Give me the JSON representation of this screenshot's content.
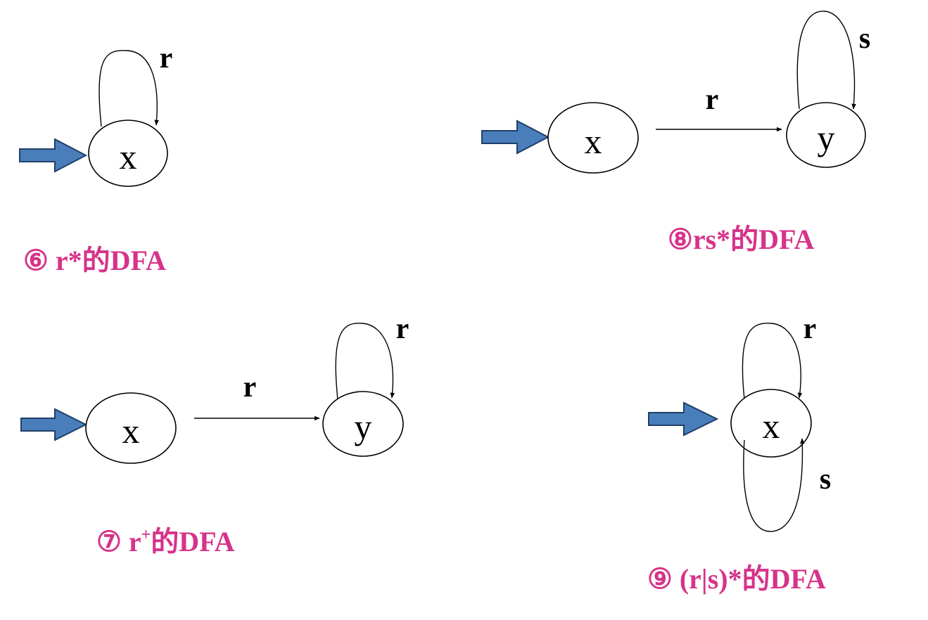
{
  "colors": {
    "caption": "#d6338a",
    "start_arrow_fill": "#4a7ebb",
    "start_arrow_stroke": "#1f3f66",
    "line": "#000000"
  },
  "panels": {
    "p6": {
      "caption_num": "⑥",
      "caption_label": " r*的DFA",
      "states": {
        "x": "x"
      },
      "edges": {
        "loop": "r"
      }
    },
    "p7": {
      "caption_num": "⑦",
      "caption_label_r": "  r",
      "caption_sup": "+",
      "caption_label_rest": "的DFA",
      "states": {
        "x": "x",
        "y": "y"
      },
      "edges": {
        "xy": "r",
        "loop_y": "r"
      }
    },
    "p8": {
      "caption_num": "⑧",
      "caption_label": "rs*的DFA",
      "states": {
        "x": "x",
        "y": "y"
      },
      "edges": {
        "xy": "r",
        "loop_y": "s"
      }
    },
    "p9": {
      "caption_num": "⑨",
      "caption_label": " (r|s)*的DFA",
      "states": {
        "x": "x"
      },
      "edges": {
        "loop_top": "r",
        "loop_bottom": "s"
      }
    }
  }
}
